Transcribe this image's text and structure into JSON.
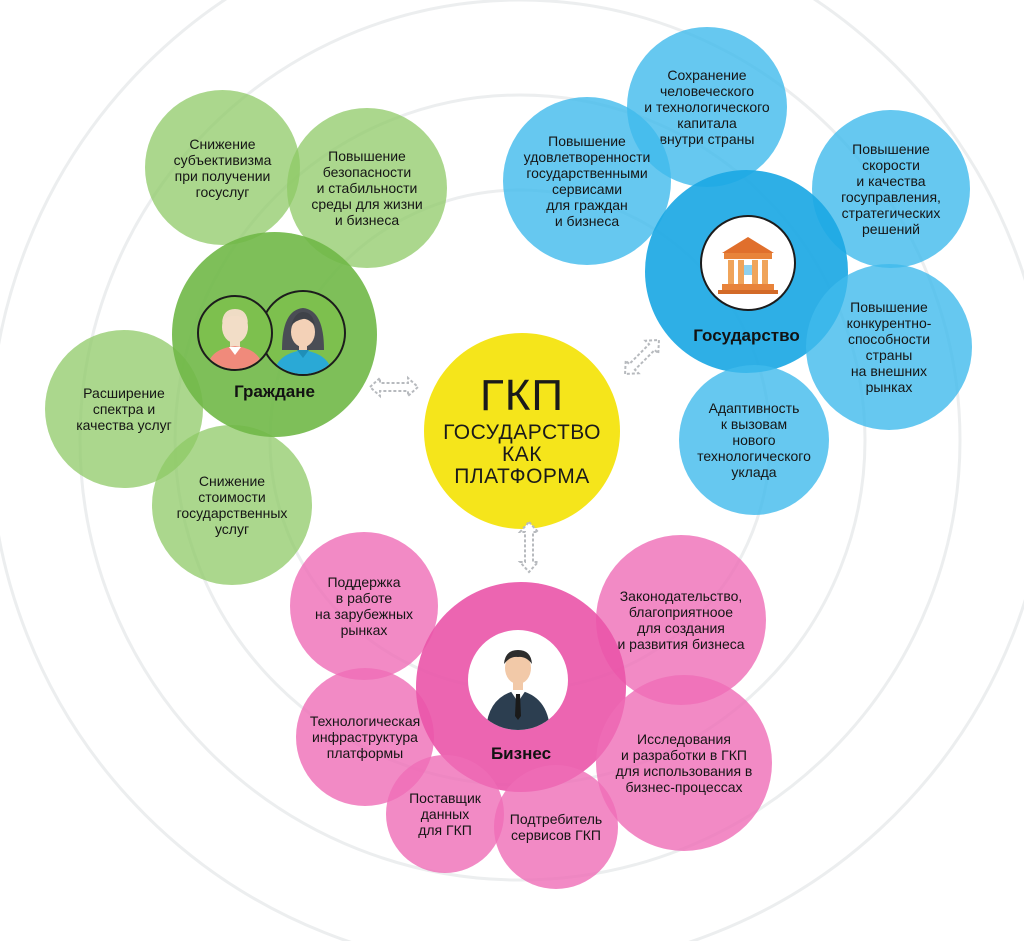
{
  "colors": {
    "citizens": "#8DC965",
    "state": "#40BAEC",
    "business": "#EF6DB6",
    "center": "#F5E51B"
  },
  "center": {
    "title": "ГКП",
    "subtitle": "ГОСУДАРСТВО\nКАК\nПЛАТФОРМА"
  },
  "citizens": {
    "label": "Граждане",
    "icon": "citizens-icon",
    "items": [
      "Снижение\nсубъективизма\nпри получении\nгосуслуг",
      "Повышение\nбезопасности\nи стабильности\nсреды для жизни\nи бизнеса",
      "Расширение\nспектра и\nкачества услуг",
      "Снижение\nстоимости\nгосударственных\nуслуг"
    ]
  },
  "state": {
    "label": "Государство",
    "icon": "government-building-icon",
    "items": [
      "Сохранение\nчеловеческого\nи технологического\nкапитала\nвнутри страны",
      "Повышение\nудовлетворенности\nгосударственными\nсервисами\nдля граждан\nи бизнеса",
      "Повышение\nскорости\nи качества\nгосуправления,\nстратегических\nрешений",
      "Повышение\nконкурентно-\nспособности\nстраны\nна внешних\nрынках",
      "Адаптивность\nк вызовам\nнового\nтехнологического\nуклада"
    ]
  },
  "business": {
    "label": "Бизнес",
    "icon": "businessman-icon",
    "items": [
      "Поддержка\nв работе\nна зарубежных\nрынках",
      "Законодательство,\nблагоприятноое\nдля создания\nи развития бизнеса",
      "Технологическая\nинфраструктура\nплатформы",
      "Исследования\nи разработки в ГКП\nдля использования в\nбизнес-процессах",
      "Поставщик\nданных\nдля ГКП",
      "Подтребитель\nсервисов ГКП"
    ]
  }
}
